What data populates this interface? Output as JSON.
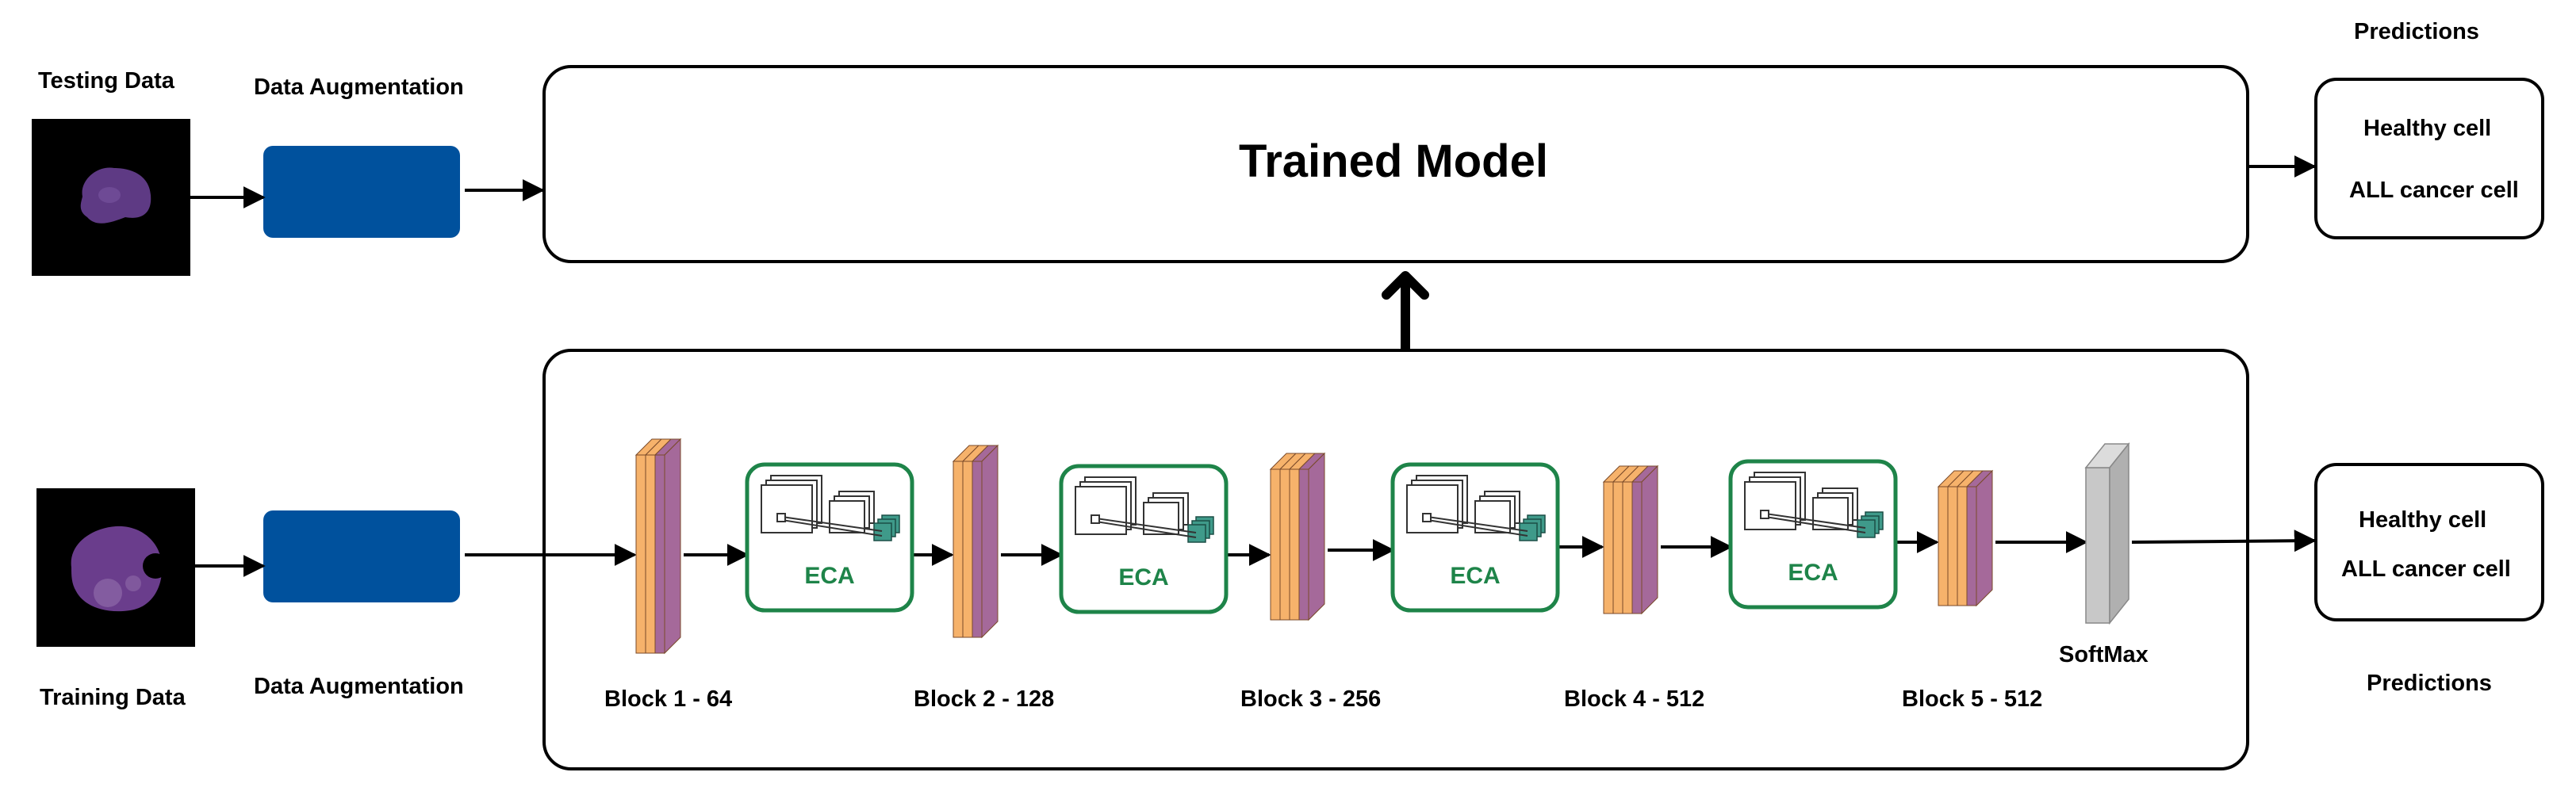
{
  "testing": {
    "input_label": "Testing Data",
    "augmentation_label": "Data Augmentation",
    "model_label": "Trained Model",
    "predictions_label": "Predictions",
    "classes": [
      "Healthy cell",
      "ALL cancer cell"
    ]
  },
  "training": {
    "input_label": "Training Data",
    "augmentation_label": "Data Augmentation",
    "blocks": [
      {
        "label": "Block 1 - 64"
      },
      {
        "label": "Block 2 - 128"
      },
      {
        "label": "Block 3 - 256"
      },
      {
        "label": "Block 4 - 512"
      },
      {
        "label": "Block 5 - 512"
      }
    ],
    "eca_label": "ECA",
    "softmax_label": "SoftMax",
    "predictions_label": "Predictions",
    "classes": [
      "Healthy cell",
      "ALL cancer cell"
    ]
  },
  "colors": {
    "augmentation": "#00519d",
    "block_orange": "#f6b26b",
    "block_purple": "#a5699a",
    "eca_border": "#1e8449",
    "eca_text": "#1e8449",
    "eca_cube": "#3f9a8a",
    "softmax": "#c8c8c8",
    "cell_purple": "#6a3d8c"
  }
}
